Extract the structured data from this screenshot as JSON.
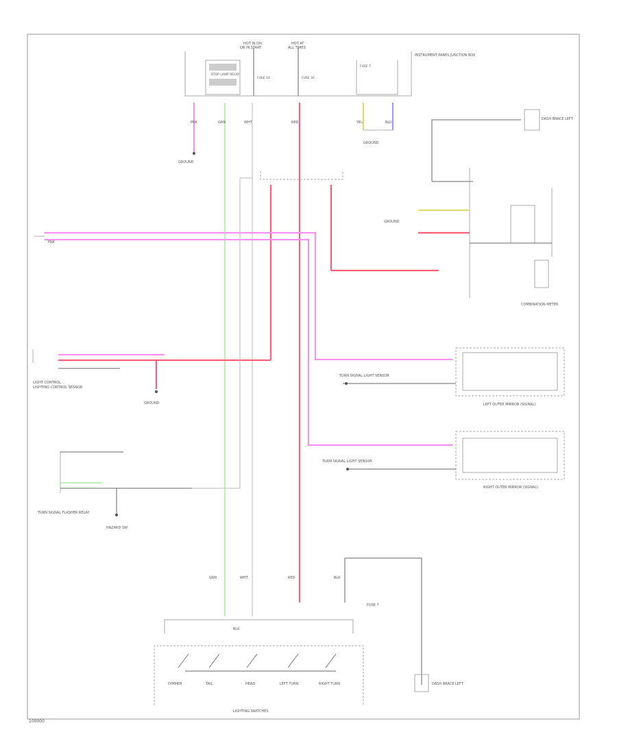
{
  "diagram": {
    "figure_code": "100000",
    "colors": {
      "red": "#ff5e79",
      "pink": "#ff8cf0",
      "green": "#a8f0a0",
      "grey": "#c6c6c6",
      "yellow": "#dddd66",
      "blue": "#9999ff"
    },
    "labels": {
      "top_fuse_1": "HOT IN ON",
      "top_fuse_1b": "OR IN START",
      "top_fuse_2": "HOT AT",
      "top_fuse_2b": "ALL TIMES",
      "junction_box": "INSTRUMENT PANEL JUNCTION BOX",
      "stop_relay": "STOP LAMP RELAY",
      "fuse_a": "FUSE 10",
      "fuse_b": "FUSE 30",
      "fuse_c": "FUSE 7",
      "combination_meter": "COMBINATION METER",
      "left_mirror": "LEFT OUTER MIRROR (SIGNAL)",
      "right_mirror": "RIGHT OUTER MIRROR (SIGNAL)",
      "light_control": "LIGHT CONTROL",
      "turn_signal_flasher": "TURN SIGNAL FLASHER RELAY",
      "hazard_sw": "HAZARD SW",
      "dash_brace": "DASH BRACE LEFT",
      "lighting_switches": "LIGHTING SWITCHES",
      "sw_1": "DIMMER",
      "sw_2": "TAIL",
      "sw_3": "HEAD",
      "sw_4": "LEFT TURN",
      "sw_5": "RIGHT TURN",
      "ground_1": "GROUND",
      "ground_2": "GROUND",
      "ground_3": "GROUND",
      "ground_4": "GROUND",
      "light_ctrl_note": "LIGHTING CONTROL SENSOR",
      "turn_note": "TURN SIGNAL LIGHT SENSOR",
      "wire_1": "GRN",
      "wire_2": "WHT",
      "wire_3": "RED",
      "wire_4": "BLK",
      "wire_5": "PNK",
      "wire_6": "YEL",
      "wire_7": "BLU"
    }
  }
}
